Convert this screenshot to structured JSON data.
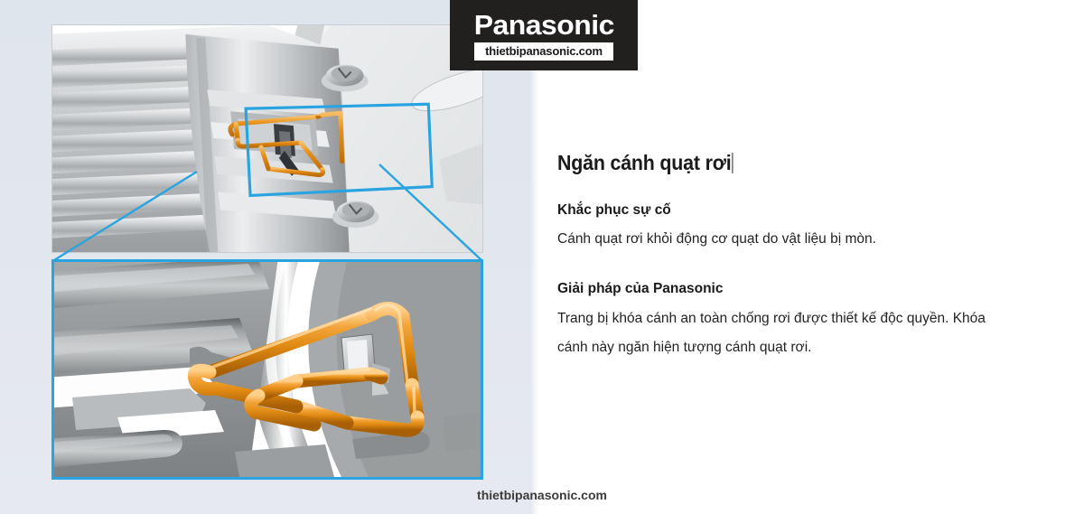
{
  "brand": {
    "logo_text": "Panasonic",
    "logo_url": "thietbipanasonic.com"
  },
  "content": {
    "title": "Ngăn cánh quạt rơi",
    "section1_heading": "Khắc phục sự cố",
    "section1_body": "Cánh quạt rơi khỏi động cơ quạt do vật liệu bị mòn.",
    "section2_heading": "Giải pháp của Panasonic",
    "section2_body_line1": "Trang bị khóa cánh an toàn chống rơi được thiết kế độc quyền. Khóa",
    "section2_body_line2": "cánh này ngăn hiện tượng cánh quạt rơi."
  },
  "footer": {
    "watermark": "thietbipanasonic.com"
  },
  "figure": {
    "top_caption": "3D CAD render of fan motor housing showing orange anti-drop blade lock wire",
    "bottom_caption": "Magnified detail view of the orange safety blade lock clip",
    "highlight_label": "detail-callout-box"
  },
  "colors": {
    "accent_blue": "#2aa4e0",
    "wire_orange": "#e8901a",
    "logo_black": "#221f1f",
    "backdrop": "#dfe5ec"
  }
}
